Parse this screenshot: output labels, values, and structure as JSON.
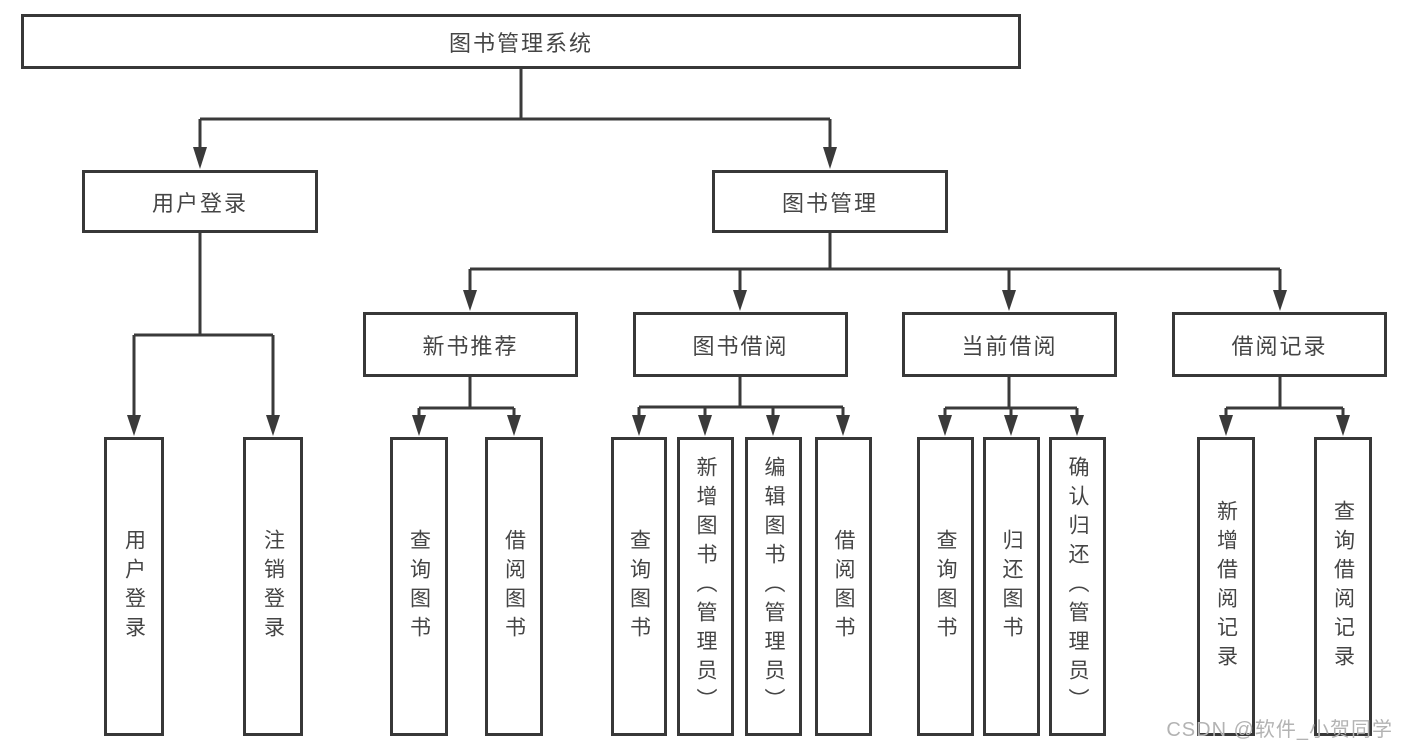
{
  "nodes": {
    "root": "图书管理系统",
    "userLogin": "用户登录",
    "bookManagement": "图书管理",
    "newBookRecommend": "新书推荐",
    "bookBorrow": "图书借阅",
    "currentBorrow": "当前借阅",
    "borrowRecords": "借阅记录",
    "leafUserLogin": "用户登录",
    "leafLogout": "注销登录",
    "leafQueryBooksRec": "查询图书",
    "leafBorrowBooksRec": "借阅图书",
    "leafQueryBooksBorrow": "查询图书",
    "leafAddBooks": "新增图书（管理员）",
    "leafEditBooks": "编辑图书（管理员）",
    "leafBorrowBooks": "借阅图书",
    "leafQueryBooksCurrent": "查询图书",
    "leafReturnBooks": "归还图书",
    "leafConfirmReturn": "确认归还（管理员）",
    "leafAddBorrowRecord": "新增借阅记录",
    "leafQueryBorrowRecord": "查询借阅记录"
  },
  "watermark": "CSDN @软件_小贺同学",
  "colors": {
    "line": "#3a3a3a",
    "text": "#454545",
    "watermark": "#b3b3b3",
    "background": "#ffffff"
  }
}
